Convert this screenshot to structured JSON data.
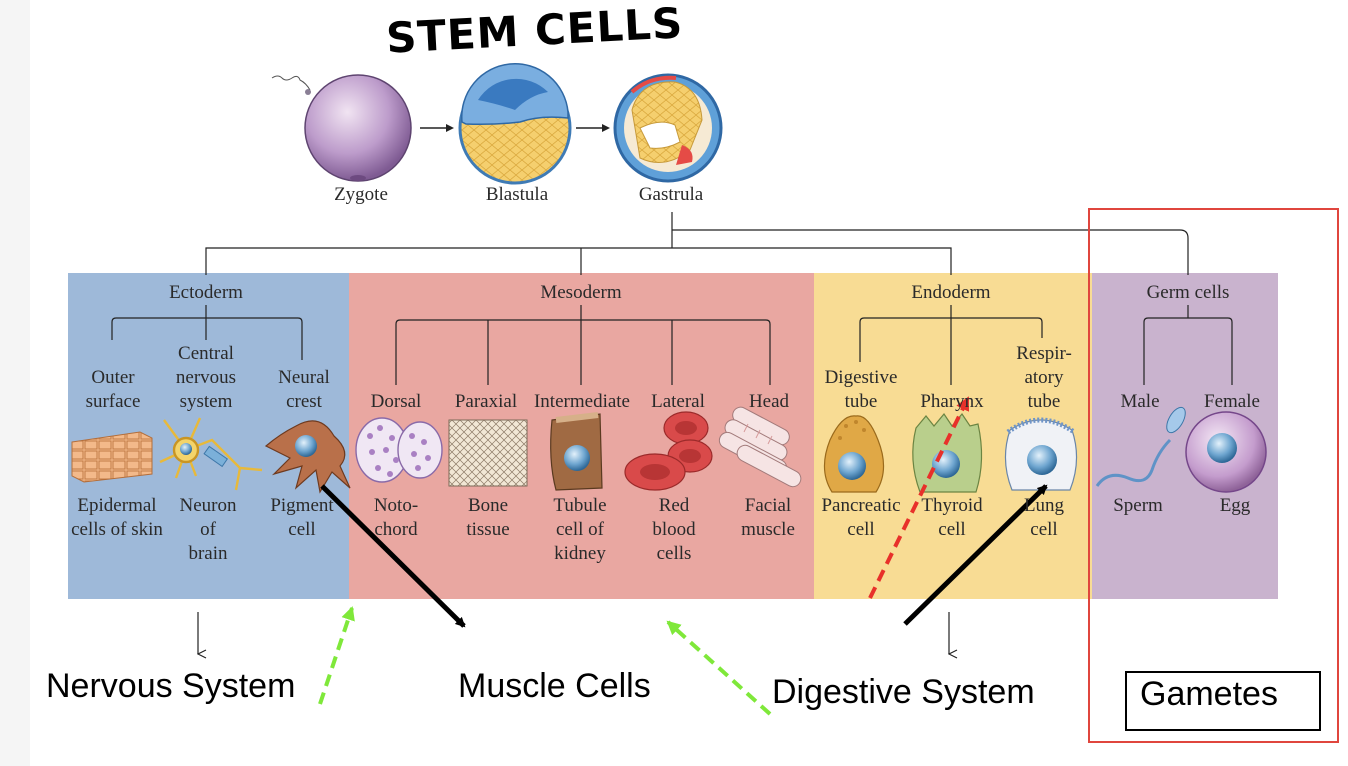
{
  "title": "STEM CELLS",
  "stages": [
    "Zygote",
    "Blastula",
    "Gastrula"
  ],
  "layers": {
    "ectoderm": {
      "heading": "Ectoderm",
      "subtypes": [
        "Outer\nsurface",
        "Central\nnervous\nsystem",
        "Neural\ncrest"
      ],
      "cells": [
        "Epidermal\ncells of skin",
        "Neuron\nof\nbrain",
        "Pigment\ncell"
      ]
    },
    "mesoderm": {
      "heading": "Mesoderm",
      "subtypes": [
        "Dorsal",
        "Paraxial",
        "Intermediate",
        "Lateral",
        "Head"
      ],
      "cells": [
        "Noto-\nchord",
        "Bone\ntissue",
        "Tubule\ncell of\nkidney",
        "Red\nblood\ncells",
        "Facial\nmuscle"
      ]
    },
    "endoderm": {
      "heading": "Endoderm",
      "subtypes": [
        "Digestive\ntube",
        "Pharynx",
        "Respir-\natory\ntube"
      ],
      "cells": [
        "Pancreatic\ncell",
        "Thyroid\ncell",
        "Lung\ncell"
      ]
    },
    "germ": {
      "heading": "Germ cells",
      "subtypes": [
        "Male",
        "Female"
      ],
      "cells": [
        "Sperm",
        "Egg"
      ]
    }
  },
  "annotations": {
    "nervous": "Nervous System",
    "muscle": "Muscle Cells",
    "digestive": "Digestive System",
    "gametes": "Gametes"
  },
  "colors": {
    "ectoderm": "#9eb9d9",
    "mesoderm": "#e9a7a1",
    "endoderm": "#f8dc94",
    "germ": "#c9b3ce",
    "arrow_black": "#000000",
    "arrow_green": "#7fe83a",
    "arrow_red": "#e8302a",
    "frame_red": "#e0463e"
  }
}
